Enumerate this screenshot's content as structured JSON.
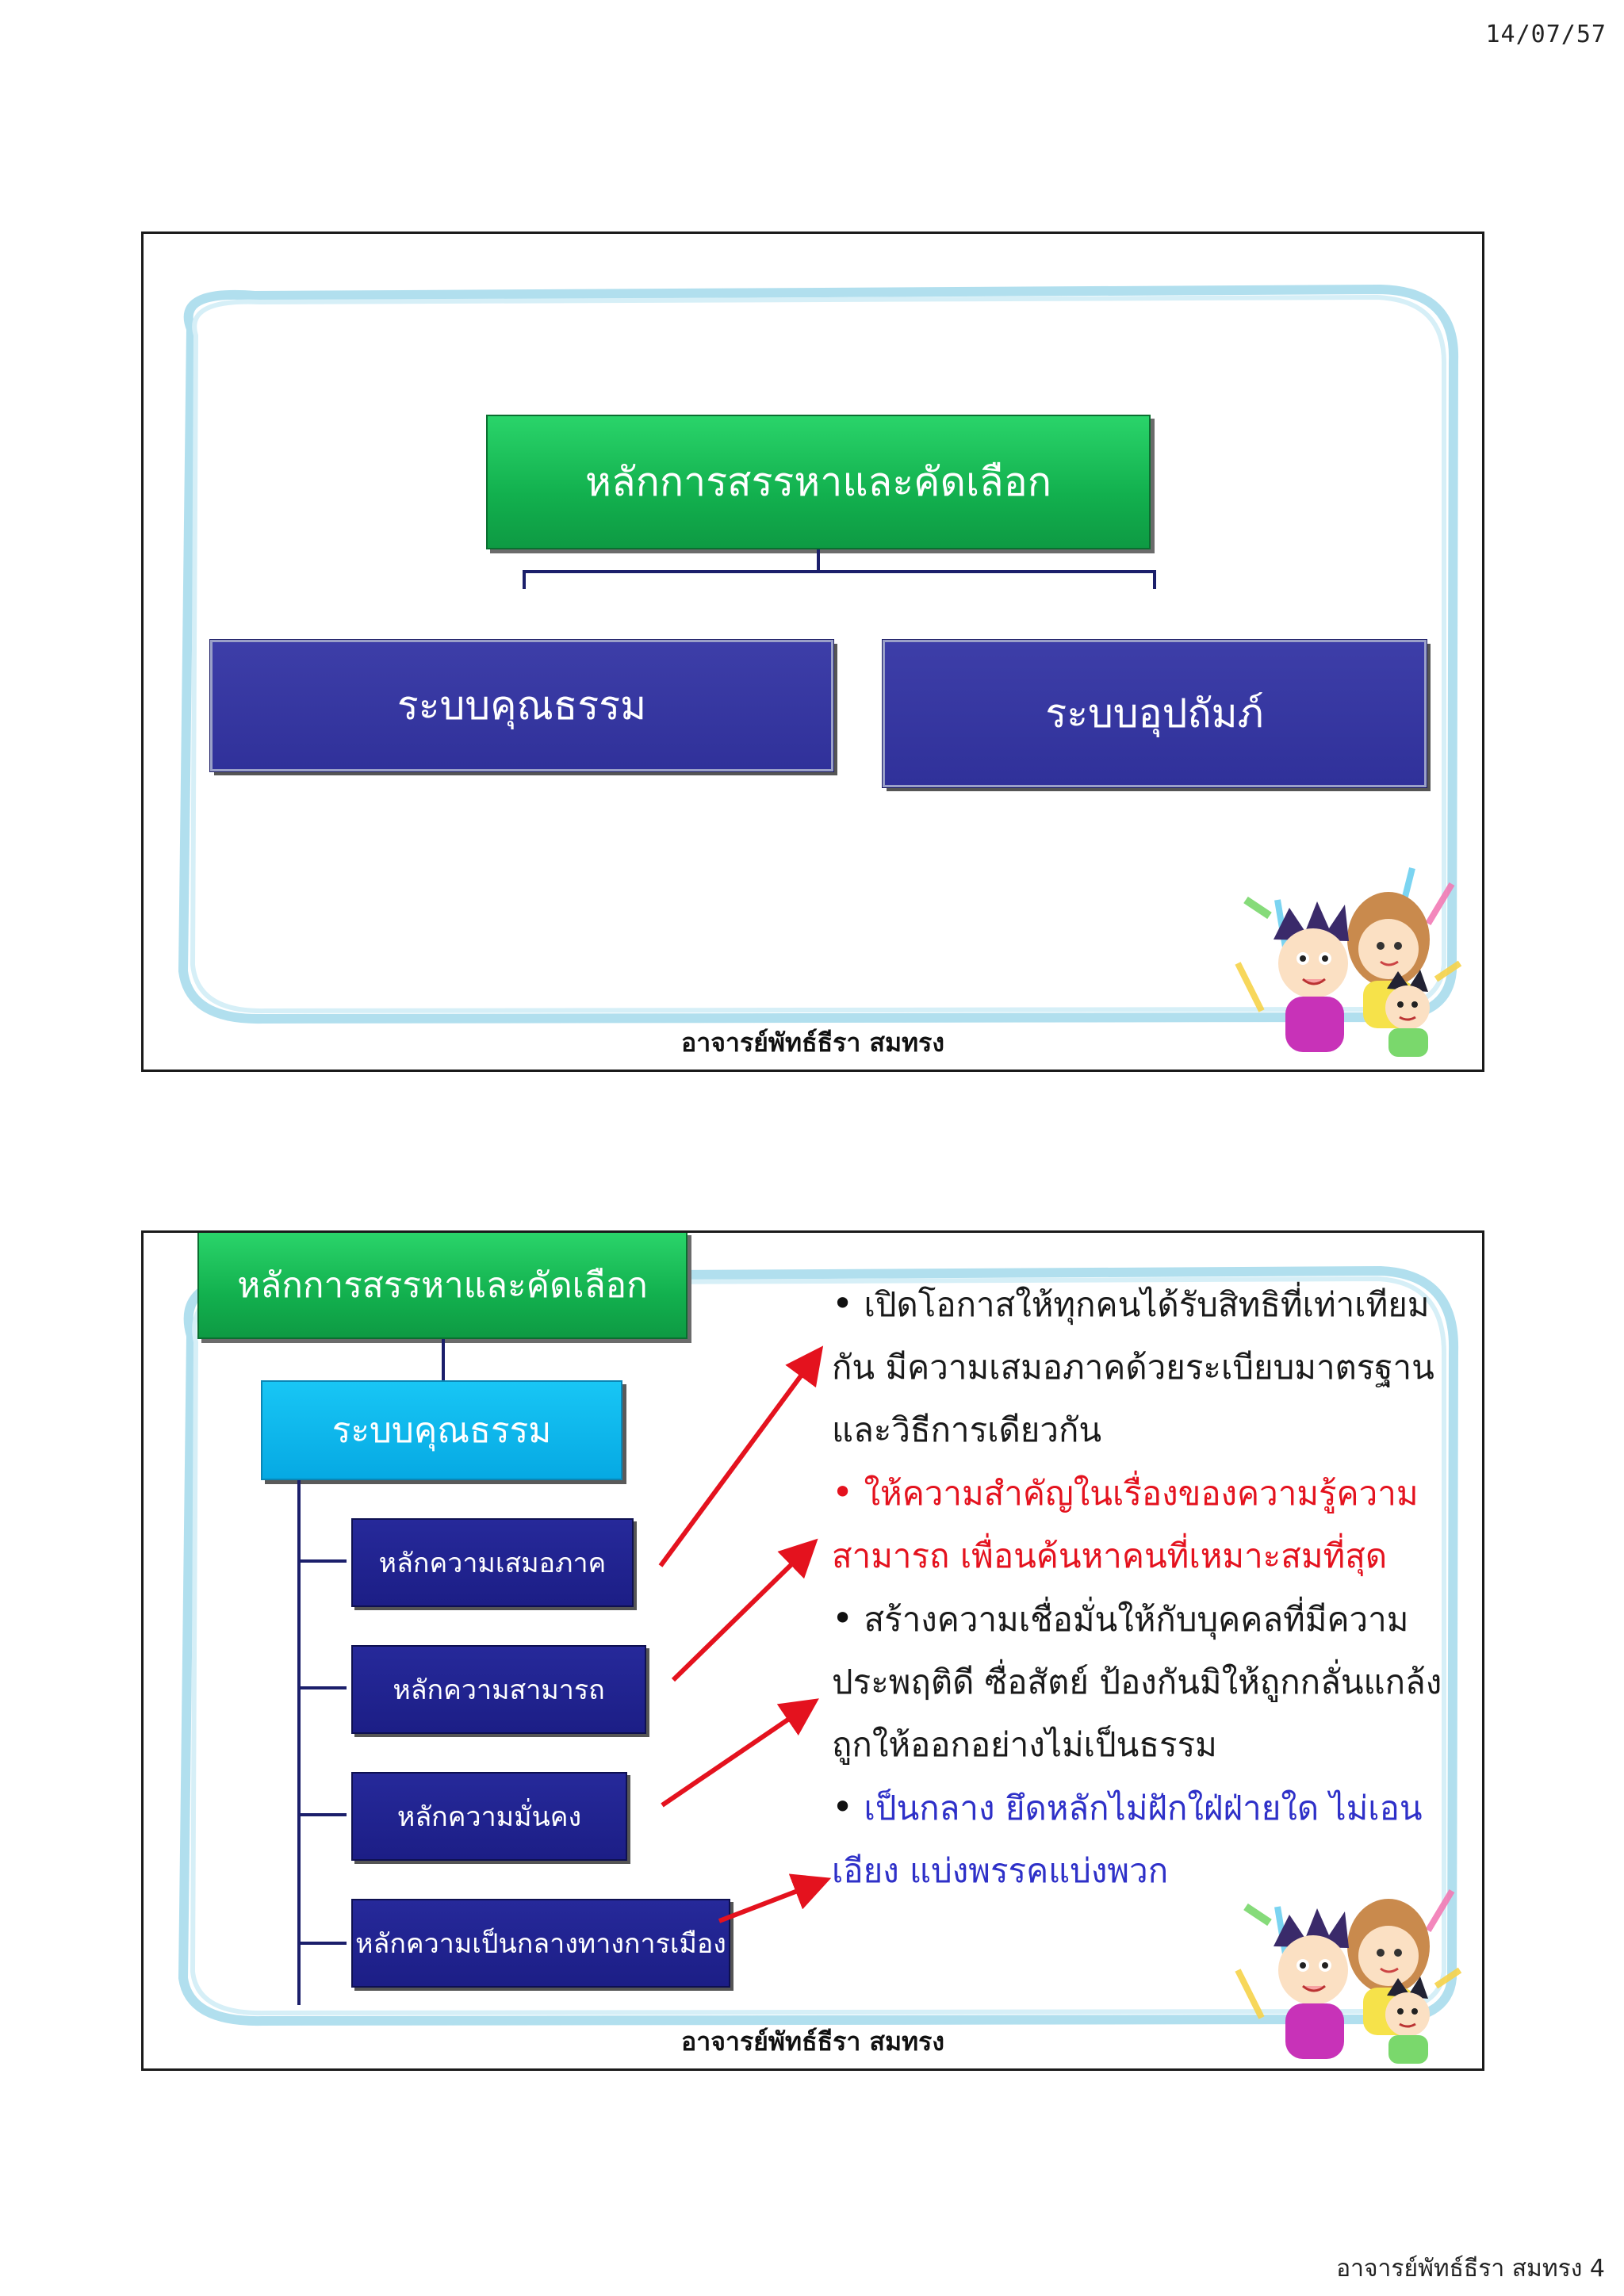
{
  "header": {
    "date": "14/07/57"
  },
  "page_footer": {
    "text": "อาจารย์พัทธ์ธีรา สมทรง 4"
  },
  "slide1": {
    "title_box": "หลักการสรรหาและคัดเลือก",
    "left_box": "ระบบคุณธรรม",
    "right_box": "ระบบอุปถัมภ์",
    "footer": "อาจารย์พัทธ์ธีรา สมทรง"
  },
  "slide2": {
    "title_box": "หลักการสรรหาและคัดเลือก",
    "merit_box": "ระบบคุณธรรม",
    "principles": [
      "หลักความเสมอภาค",
      "หลักความสามารถ",
      "หลักความมั่นคง",
      "หลักความเป็นกลางทางการเมือง"
    ],
    "bullets": [
      {
        "text": "เปิดโอกาสให้ทุกคนได้รับสิทธิที่เท่าเทียมกัน มีความเสมอภาคด้วยระเบียบมาตรฐานและวิธีการเดียวกัน",
        "color": "#1a1a1a"
      },
      {
        "text": "ให้ความสำคัญในเรื่องของความรู้ความสามารถ เพื่อนค้นหาคนที่เหมาะสมที่สุด",
        "color": "#e4121e"
      },
      {
        "text": "สร้างความเชื่อมั่นให้กับบุคคลที่มีความประพฤติดี ซื่อสัตย์ ป้องกันมิให้ถูกกลั่นแกล้ง ถูกให้ออกอย่างไม่เป็นธรรม",
        "color": "#1a1a1a"
      },
      {
        "text": "เป็นกลาง ยึดหลักไม่ฝักใฝ่ฝ่ายใด ไม่เอนเอียง แบ่งพรรคแบ่งพวก",
        "color": "#2e30c8"
      }
    ],
    "footer": "อาจารย์พัทธ์ธีรา สมทรง"
  },
  "colors": {
    "green_box": "#12b04e",
    "navy_box": "#30319a",
    "cyan_box": "#06a9e3",
    "arrow": "#e4121e",
    "frame": "#9fd8ea"
  }
}
